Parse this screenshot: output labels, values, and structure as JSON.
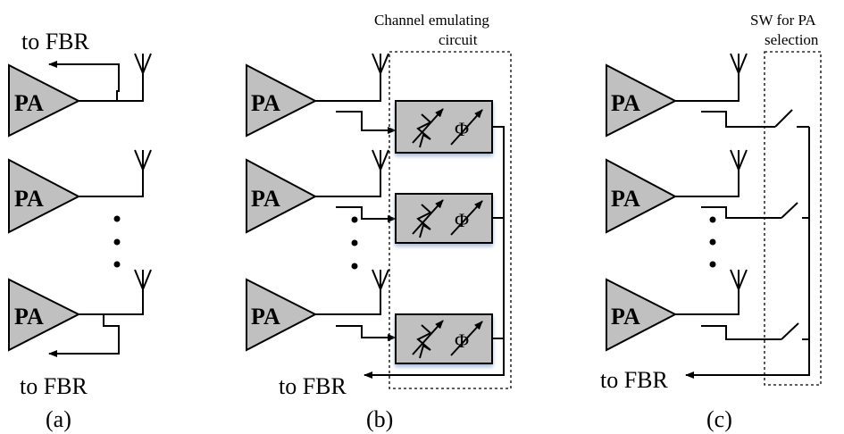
{
  "pa_label": "PA",
  "to_fbr": "to FBR",
  "panel_b_box_label_line1": "Channel emulating",
  "panel_b_box_label_line2": "circuit",
  "panel_c_box_label_line1": "SW for PA",
  "panel_c_box_label_line2": "selection",
  "phase_symbol": "Φ",
  "captions": [
    "(a)",
    "(b)",
    "(c)"
  ]
}
